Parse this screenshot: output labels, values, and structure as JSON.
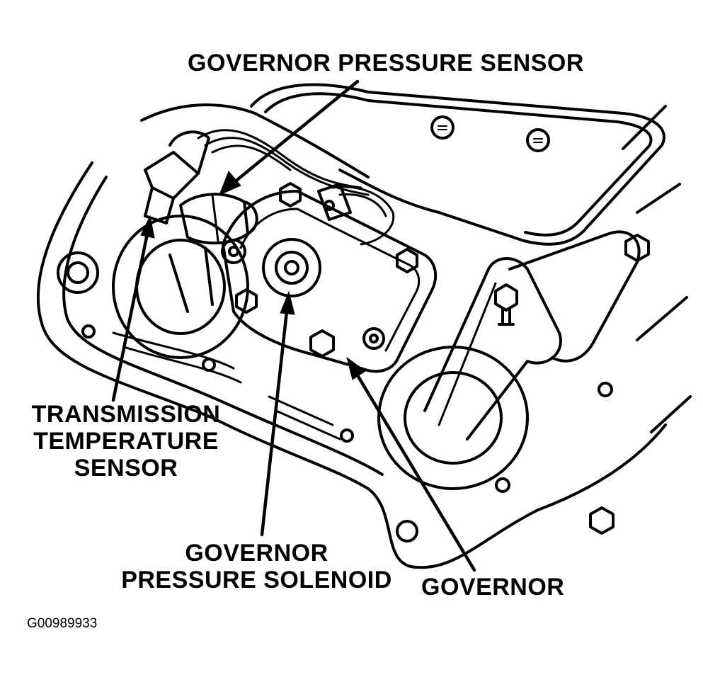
{
  "labels": {
    "governor_pressure_sensor": "GOVERNOR PRESSURE SENSOR",
    "transmission_temperature_sensor": [
      "TRANSMISSION",
      "TEMPERATURE",
      "SENSOR"
    ],
    "governor_pressure_solenoid": [
      "GOVERNOR",
      "PRESSURE SOLENOID"
    ],
    "governor": "GOVERNOR"
  },
  "figure_id": "G00989933",
  "colors": {
    "ink": "#000000",
    "paper": "#ffffff"
  }
}
